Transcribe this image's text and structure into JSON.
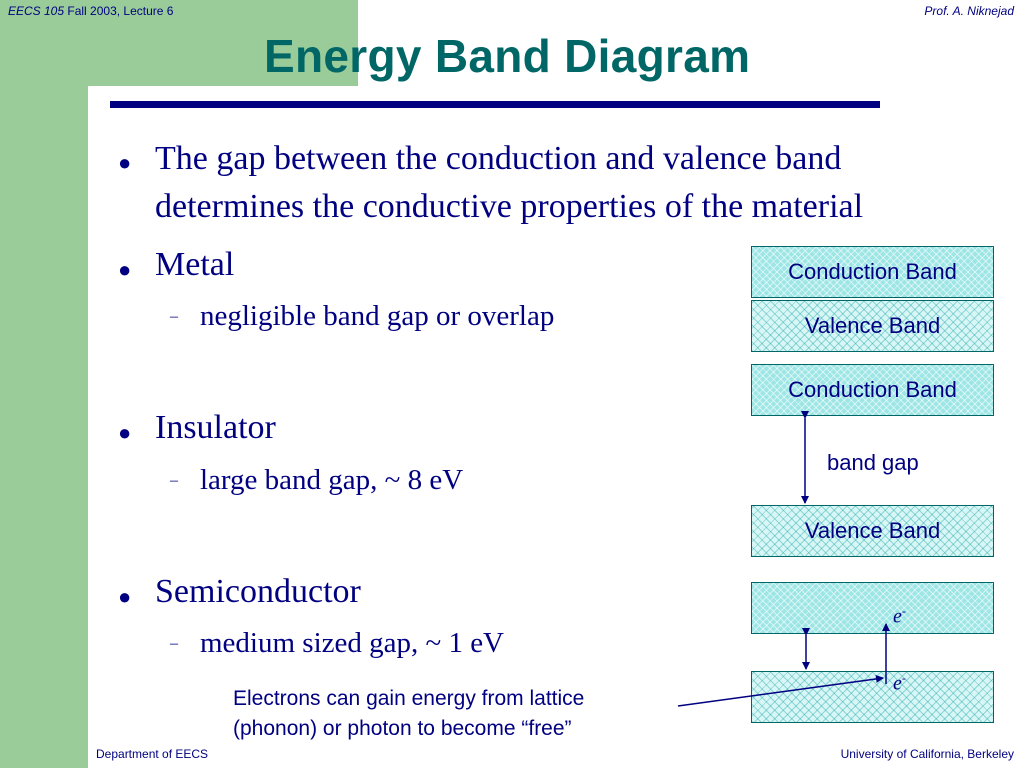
{
  "header": {
    "course": "EECS 105",
    "lecture": "Fall 2003, Lecture 6",
    "instructor": "Prof. A. Niknejad"
  },
  "title": "Energy Band Diagram",
  "bullets": [
    {
      "text_line1": "The gap between the conduction and valence band",
      "text_line2": "determines the conductive properties of the material"
    },
    {
      "text": "Metal",
      "sub": "negligible band gap or overlap"
    },
    {
      "text": "Insulator",
      "sub": "large band gap, ~ 8 eV"
    },
    {
      "text": "Semiconductor",
      "sub": "medium sized gap, ~ 1 eV"
    }
  ],
  "diagram": {
    "metal": {
      "conduction": "Conduction Band",
      "valence": "Valence Band"
    },
    "insulator": {
      "conduction": "Conduction Band",
      "gap_label": "band gap",
      "valence": "Valence Band"
    },
    "semiconductor": {
      "electron_symbol": "e",
      "charge": "-"
    }
  },
  "caption": {
    "line1": "Electrons can gain energy from lattice",
    "line2": "(phonon) or photon to become “free”"
  },
  "footer": {
    "left": "Department of EECS",
    "right": "University of California, Berkeley"
  },
  "colors": {
    "accent_green": "#99cc99",
    "title_teal": "#006666",
    "text_navy": "#000080"
  }
}
